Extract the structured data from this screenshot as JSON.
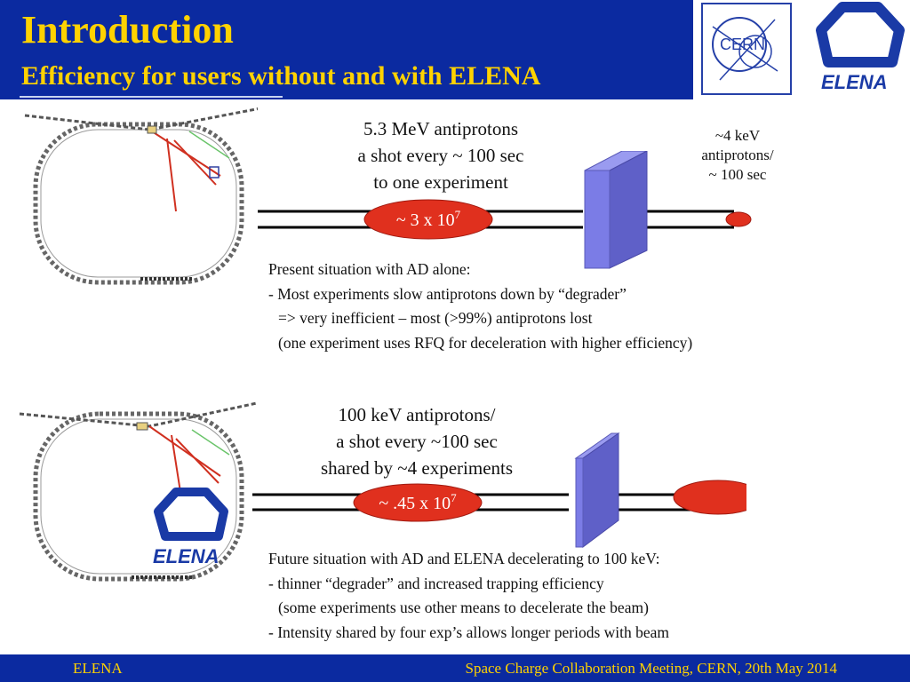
{
  "header": {
    "title": "Introduction",
    "subtitle": "Efficiency for users without and with ELENA",
    "cern_logo_text": "CERN",
    "elena_logo_text": "ELENA"
  },
  "top": {
    "caption": [
      "5.3 MeV antiprotons",
      "a shot every ~ 100 sec",
      "to one experiment"
    ],
    "beam_label_base": "~ 3 x 10",
    "beam_label_exp": "7",
    "right_note": [
      "~4 keV",
      "antiprotons/",
      "~ 100 sec"
    ],
    "description": [
      "Present situation with AD alone:",
      "- Most experiments slow antiprotons down by “degrader”",
      "=> very inefficient – most (>99%) antiprotons lost",
      "(one experiment uses RFQ for deceleration with higher efficiency)"
    ]
  },
  "bottom": {
    "caption": [
      "100 keV antiprotons/",
      "a shot every ~100 sec",
      "shared by ~4 experiments"
    ],
    "beam_label_base": "~ .45 x 10",
    "beam_label_exp": "7",
    "elena_logo_text": "ELENA",
    "description": [
      "Future situation with AD and ELENA decelerating to 100 keV:",
      "- thinner “degrader” and increased trapping efficiency",
      "(some experiments use other means to decelerate the beam)",
      "- Intensity shared by four exp’s allows longer periods with beam"
    ]
  },
  "footer": {
    "left": "ELENA",
    "right": "Space Charge Collaboration Meeting, CERN, 20th May 2014"
  },
  "colors": {
    "header_blue": "#0b2aa0",
    "title_yellow": "#ffd200",
    "beam_red": "#e0301e",
    "degrader_blue": "#7b7ce6",
    "elena_blue": "#1a3aa6"
  },
  "icons": [
    "cern-logo",
    "elena-logo",
    "ad-ring-diagram",
    "degrader-block"
  ]
}
